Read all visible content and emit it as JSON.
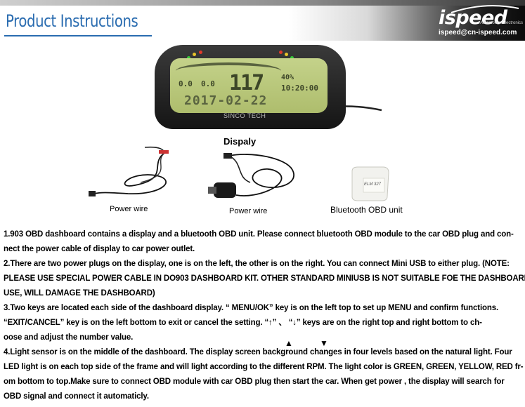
{
  "header": {
    "title": "Product Instructions",
    "logo": "ispeed",
    "logo_sub": "Automotive Electronics",
    "email": "ispeed@cn-ispeed.com"
  },
  "dashboard": {
    "rpm_value": "117",
    "date_display": "2017-02-22",
    "time_display": "10:20:00",
    "left_small": "0.0",
    "left_small2": "0.0",
    "right_small": "40%",
    "brand": "SINCO TECH"
  },
  "captions": {
    "display": "Dispaly",
    "power_wire_1": "Power wire",
    "power_wire_2": "Power wire",
    "obd_unit": "Bluetooth OBD unit",
    "obd_label": "ELM 327"
  },
  "instructions": {
    "p1_l1": "1.903 OBD dashboard contains a display and a bluetooth OBD unit. Please connect bluetooth OBD module to the car OBD plug and con-",
    "p1_l2": "nect the power cable of display to car power outlet.",
    "p2_l1": "2.There are two power plugs on the display, one is on the left, the other is on the right. You can connect Mini USB to either plug. (NOTE:",
    "p2_l2": " PLEASE USE SPECIAL POWER CABLE IN DO903 DASHBOARD KIT. OTHER STANDARD MINIUSB IS NOT SUITABLE FOE THE DASHBOARD. IF",
    "p2_l3": " USE, WILL DAMAGE THE DASHBOARD)",
    "p3_l1": "3.Two keys are located each side of the dashboard display. “ MENU/OK”  key is on the left top to set up MENU and confirm functions.",
    "p3_l2": " “EXIT/CANCEL”  key is on the left bottom to exit or cancel the setting.  “↑” 、 “↓” keys are on the right top and right bottom to ch-",
    "p3_l3": "oose and adjust the number value.",
    "p4_l1": "4.Light sensor is on the middle of the dashboard. The display screen background changes in four levels based on the natural light. Four",
    "p4_l2": "LED light is on each top side of the frame and will light according to the different RPM. The light color is GREEN, GREEN, YELLOW, RED fr-",
    "p4_l3": "om bottom to top.Make sure to connect OBD module with car OBD plug then start the car. When get power , the display will search for",
    "p4_l4": "OBD signal  and connect it automaticly.",
    "arrow_up": "▲",
    "arrow_down": "▼"
  },
  "colors": {
    "title_blue": "#2a6cb0",
    "screen_green": "#b8c77b"
  }
}
